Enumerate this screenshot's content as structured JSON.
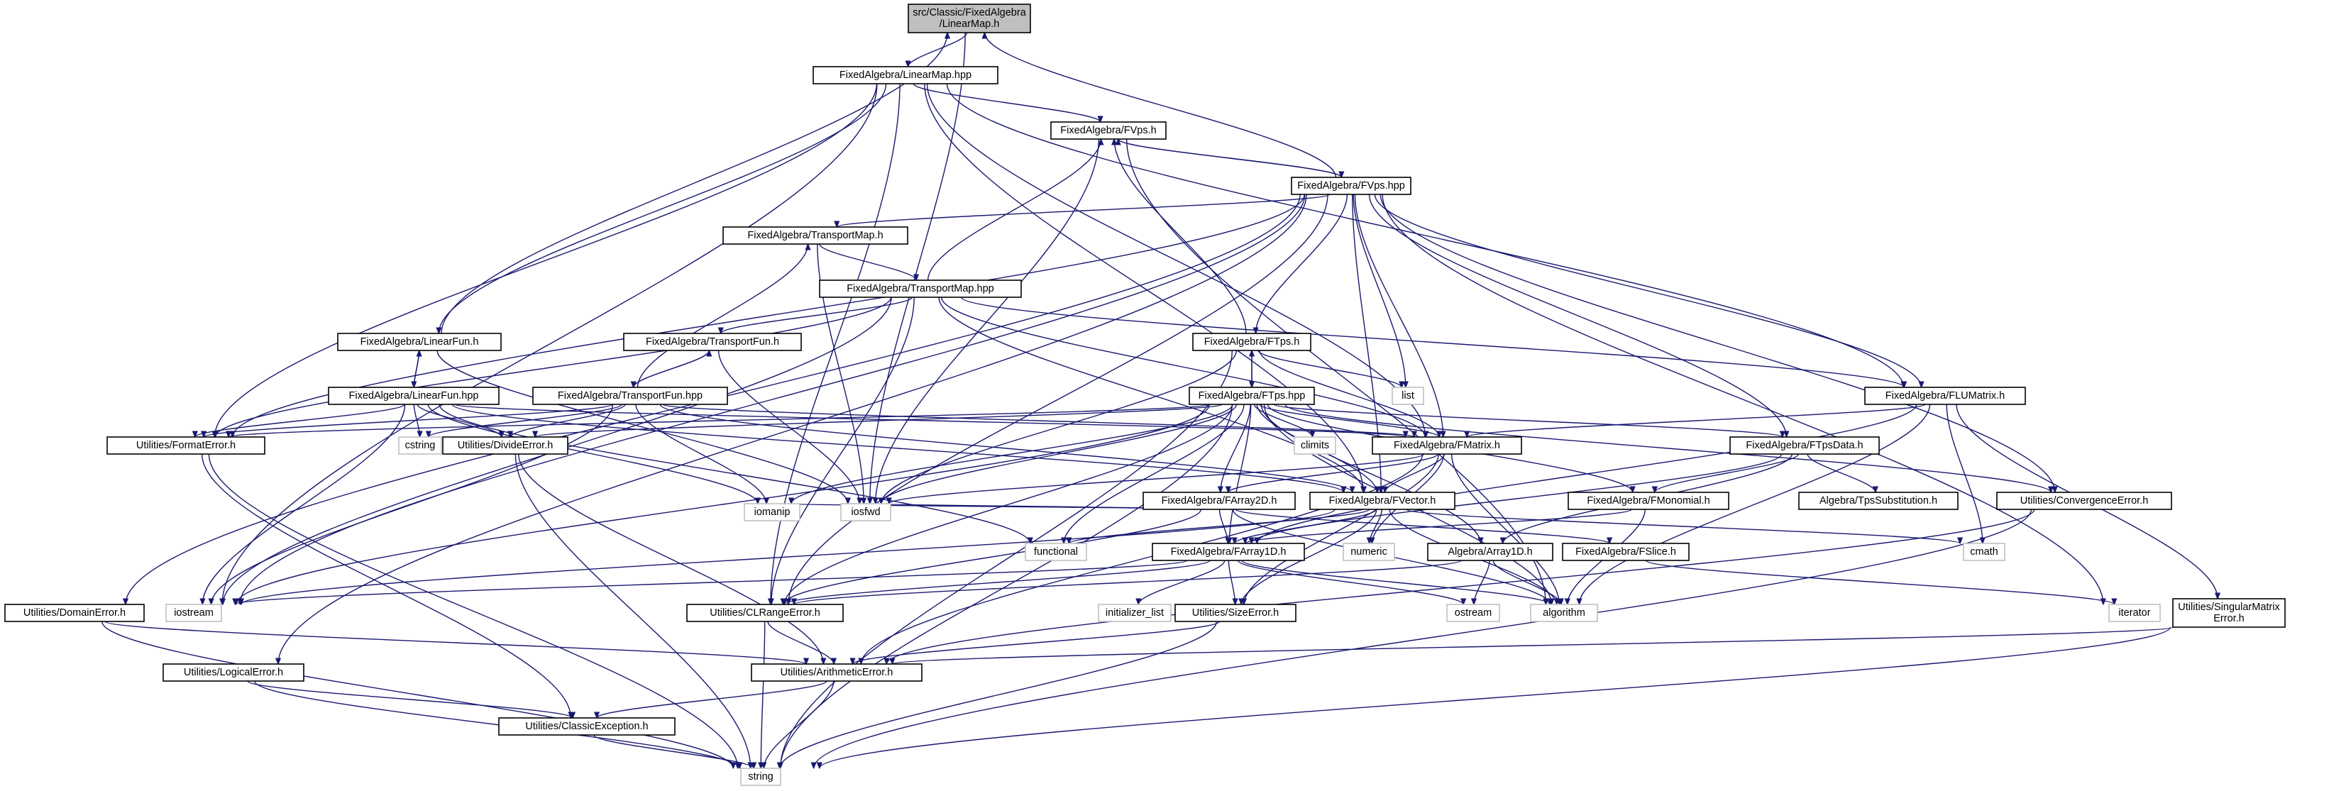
{
  "graph": {
    "nodes": [
      {
        "id": "root",
        "lines": [
          "src/Classic/FixedAlgebra",
          "/LinearMap.h"
        ]
      },
      {
        "id": "linearmap_hpp",
        "lines": [
          "FixedAlgebra/LinearMap.hpp"
        ]
      },
      {
        "id": "fvps_h",
        "lines": [
          "FixedAlgebra/FVps.h"
        ]
      },
      {
        "id": "fvps_hpp",
        "lines": [
          "FixedAlgebra/FVps.hpp"
        ]
      },
      {
        "id": "transportmap_h",
        "lines": [
          "FixedAlgebra/TransportMap.h"
        ]
      },
      {
        "id": "transportmap_hpp",
        "lines": [
          "FixedAlgebra/TransportMap.hpp"
        ]
      },
      {
        "id": "linearfun_h",
        "lines": [
          "FixedAlgebra/LinearFun.h"
        ]
      },
      {
        "id": "transportfun_h",
        "lines": [
          "FixedAlgebra/TransportFun.h"
        ]
      },
      {
        "id": "ftps_h",
        "lines": [
          "FixedAlgebra/FTps.h"
        ]
      },
      {
        "id": "linearfun_hpp",
        "lines": [
          "FixedAlgebra/LinearFun.hpp"
        ]
      },
      {
        "id": "transportfun_hpp",
        "lines": [
          "FixedAlgebra/TransportFun.hpp"
        ]
      },
      {
        "id": "ftps_hpp",
        "lines": [
          "FixedAlgebra/FTps.hpp"
        ]
      },
      {
        "id": "flumatrix_h",
        "lines": [
          "FixedAlgebra/FLUMatrix.h"
        ]
      },
      {
        "id": "list",
        "lines": [
          "list"
        ],
        "ext": true
      },
      {
        "id": "formaterror_h",
        "lines": [
          "Utilities/FormatError.h"
        ]
      },
      {
        "id": "cstring",
        "lines": [
          "cstring"
        ],
        "ext": true
      },
      {
        "id": "divideerror_h",
        "lines": [
          "Utilities/DivideError.h"
        ]
      },
      {
        "id": "climits",
        "lines": [
          "climits"
        ],
        "ext": true
      },
      {
        "id": "fmatrix_h",
        "lines": [
          "FixedAlgebra/FMatrix.h"
        ]
      },
      {
        "id": "ftpsdata_h",
        "lines": [
          "FixedAlgebra/FTpsData.h"
        ]
      },
      {
        "id": "farray2d_h",
        "lines": [
          "FixedAlgebra/FArray2D.h"
        ]
      },
      {
        "id": "fvector_h",
        "lines": [
          "FixedAlgebra/FVector.h"
        ]
      },
      {
        "id": "fmonomial_h",
        "lines": [
          "FixedAlgebra/FMonomial.h"
        ]
      },
      {
        "id": "tpssubstitution_h",
        "lines": [
          "Algebra/TpsSubstitution.h"
        ]
      },
      {
        "id": "convergenceerror_h",
        "lines": [
          "Utilities/ConvergenceError.h"
        ]
      },
      {
        "id": "iomanip",
        "lines": [
          "iomanip"
        ],
        "ext": true
      },
      {
        "id": "iosfwd",
        "lines": [
          "iosfwd"
        ],
        "ext": true
      },
      {
        "id": "functional",
        "lines": [
          "functional"
        ],
        "ext": true
      },
      {
        "id": "numeric",
        "lines": [
          "numeric"
        ],
        "ext": true
      },
      {
        "id": "cmath",
        "lines": [
          "cmath"
        ],
        "ext": true
      },
      {
        "id": "farray1d_h",
        "lines": [
          "FixedAlgebra/FArray1D.h"
        ]
      },
      {
        "id": "array1d_h",
        "lines": [
          "Algebra/Array1D.h"
        ]
      },
      {
        "id": "fslice_h",
        "lines": [
          "FixedAlgebra/FSlice.h"
        ]
      },
      {
        "id": "utilities_domainerror_h",
        "lines": [
          "Utilities/DomainError.h"
        ]
      },
      {
        "id": "iostream",
        "lines": [
          "iostream"
        ],
        "ext": true
      },
      {
        "id": "clrangeerror_h",
        "lines": [
          "Utilities/CLRangeError.h"
        ]
      },
      {
        "id": "initializer_list",
        "lines": [
          "initializer_list"
        ],
        "ext": true
      },
      {
        "id": "sizeerror_h",
        "lines": [
          "Utilities/SizeError.h"
        ]
      },
      {
        "id": "ostream",
        "lines": [
          "ostream"
        ],
        "ext": true
      },
      {
        "id": "algorithm",
        "lines": [
          "algorithm"
        ],
        "ext": true
      },
      {
        "id": "iterator",
        "lines": [
          "iterator"
        ],
        "ext": true
      },
      {
        "id": "singularmatrixerror_h",
        "lines": [
          "Utilities/SingularMatrix",
          "Error.h"
        ]
      },
      {
        "id": "logicalerror_h",
        "lines": [
          "Utilities/LogicalError.h"
        ]
      },
      {
        "id": "arithmeticerror_h",
        "lines": [
          "Utilities/ArithmeticError.h"
        ]
      },
      {
        "id": "classicexception_h",
        "lines": [
          "Utilities/ClassicException.h"
        ]
      },
      {
        "id": "string",
        "lines": [
          "string"
        ],
        "ext": true
      }
    ],
    "edges": [
      [
        "root",
        "linearmap_hpp"
      ],
      [
        "root",
        "iosfwd"
      ],
      [
        "linearmap_hpp",
        "fvps_h"
      ],
      [
        "linearmap_hpp",
        "linearfun_h"
      ],
      [
        "linearmap_hpp",
        "flumatrix_h"
      ],
      [
        "linearmap_hpp",
        "fmatrix_h"
      ],
      [
        "linearmap_hpp",
        "fvector_h"
      ],
      [
        "linearmap_hpp",
        "formaterror_h"
      ],
      [
        "linearmap_hpp",
        "iostream"
      ],
      [
        "linearmap_hpp",
        "clrangeerror_h"
      ],
      [
        "fvps_h",
        "fvps_hpp"
      ],
      [
        "fvps_h",
        "iosfwd"
      ],
      [
        "fvps_h",
        "algorithm"
      ],
      [
        "fvps_hpp",
        "root"
      ],
      [
        "fvps_hpp",
        "fvps_h"
      ],
      [
        "fvps_hpp",
        "transportmap_h"
      ],
      [
        "fvps_hpp",
        "ftps_h"
      ],
      [
        "fvps_hpp",
        "fmatrix_h"
      ],
      [
        "fvps_hpp",
        "fvector_h"
      ],
      [
        "fvps_hpp",
        "flumatrix_h"
      ],
      [
        "fvps_hpp",
        "ftpsdata_h"
      ],
      [
        "fvps_hpp",
        "list"
      ],
      [
        "fvps_hpp",
        "formaterror_h"
      ],
      [
        "fvps_hpp",
        "utilities_domainerror_h"
      ],
      [
        "fvps_hpp",
        "logicalerror_h"
      ],
      [
        "fvps_hpp",
        "convergenceerror_h"
      ],
      [
        "fvps_hpp",
        "clrangeerror_h"
      ],
      [
        "fvps_hpp",
        "iterator"
      ],
      [
        "fvps_hpp",
        "iostream"
      ],
      [
        "transportmap_h",
        "transportmap_hpp"
      ],
      [
        "transportmap_h",
        "iosfwd"
      ],
      [
        "transportmap_hpp",
        "transportfun_h"
      ],
      [
        "transportmap_hpp",
        "fvps_h"
      ],
      [
        "transportmap_hpp",
        "fmatrix_h"
      ],
      [
        "transportmap_hpp",
        "fvector_h"
      ],
      [
        "transportmap_hpp",
        "formaterror_h"
      ],
      [
        "transportmap_hpp",
        "clrangeerror_h"
      ],
      [
        "transportmap_hpp",
        "iostream"
      ],
      [
        "transportmap_hpp",
        "flumatrix_h"
      ],
      [
        "linearfun_h",
        "linearfun_hpp"
      ],
      [
        "linearfun_h",
        "root"
      ],
      [
        "linearfun_h",
        "iosfwd"
      ],
      [
        "linearfun_hpp",
        "linearfun_h"
      ],
      [
        "linearfun_hpp",
        "fvector_h"
      ],
      [
        "linearfun_hpp",
        "fmatrix_h"
      ],
      [
        "linearfun_hpp",
        "formaterror_h"
      ],
      [
        "linearfun_hpp",
        "divideerror_h"
      ],
      [
        "linearfun_hpp",
        "cstring"
      ],
      [
        "linearfun_hpp",
        "iomanip"
      ],
      [
        "linearfun_hpp",
        "iostream"
      ],
      [
        "linearfun_hpp",
        "functional"
      ],
      [
        "transportfun_h",
        "transportfun_hpp"
      ],
      [
        "transportfun_h",
        "iosfwd"
      ],
      [
        "transportfun_hpp",
        "transportfun_h"
      ],
      [
        "transportfun_hpp",
        "transportmap_h"
      ],
      [
        "transportfun_hpp",
        "fvector_h"
      ],
      [
        "transportfun_hpp",
        "fmatrix_h"
      ],
      [
        "transportfun_hpp",
        "formaterror_h"
      ],
      [
        "transportfun_hpp",
        "divideerror_h"
      ],
      [
        "transportfun_hpp",
        "cstring"
      ],
      [
        "transportfun_hpp",
        "iomanip"
      ],
      [
        "transportfun_hpp",
        "iostream"
      ],
      [
        "ftps_h",
        "ftps_hpp"
      ],
      [
        "ftps_h",
        "list"
      ],
      [
        "ftps_h",
        "iosfwd"
      ],
      [
        "ftps_h",
        "fvps_h"
      ],
      [
        "ftps_h",
        "string"
      ],
      [
        "ftps_h",
        "fmatrix_h"
      ],
      [
        "ftps_hpp",
        "ftps_h"
      ],
      [
        "ftps_hpp",
        "ftpsdata_h"
      ],
      [
        "ftps_hpp",
        "fmatrix_h"
      ],
      [
        "ftps_hpp",
        "fmonomial_h"
      ],
      [
        "ftps_hpp",
        "array1d_h"
      ],
      [
        "ftps_hpp",
        "fvector_h"
      ],
      [
        "ftps_hpp",
        "farray1d_h"
      ],
      [
        "ftps_hpp",
        "farray2d_h"
      ],
      [
        "ftps_hpp",
        "formaterror_h"
      ],
      [
        "ftps_hpp",
        "divideerror_h"
      ],
      [
        "ftps_hpp",
        "convergenceerror_h"
      ],
      [
        "ftps_hpp",
        "climits"
      ],
      [
        "ftps_hpp",
        "iostream"
      ],
      [
        "ftps_hpp",
        "iomanip"
      ],
      [
        "ftps_hpp",
        "functional"
      ],
      [
        "ftps_hpp",
        "algorithm"
      ],
      [
        "ftps_hpp",
        "string"
      ],
      [
        "ftps_hpp",
        "clrangeerror_h"
      ],
      [
        "ftps_hpp",
        "iosfwd"
      ],
      [
        "flumatrix_h",
        "fmatrix_h"
      ],
      [
        "flumatrix_h",
        "farray1d_h"
      ],
      [
        "flumatrix_h",
        "singularmatrixerror_h"
      ],
      [
        "flumatrix_h",
        "cmath"
      ],
      [
        "flumatrix_h",
        "algorithm"
      ],
      [
        "formaterror_h",
        "classicexception_h"
      ],
      [
        "formaterror_h",
        "string"
      ],
      [
        "divideerror_h",
        "arithmeticerror_h"
      ],
      [
        "divideerror_h",
        "string"
      ],
      [
        "fmatrix_h",
        "farray2d_h"
      ],
      [
        "fmatrix_h",
        "fvector_h"
      ],
      [
        "fmatrix_h",
        "numeric"
      ],
      [
        "fmatrix_h",
        "algorithm"
      ],
      [
        "fmatrix_h",
        "sizeerror_h"
      ],
      [
        "fmatrix_h",
        "iosfwd"
      ],
      [
        "fmatrix_h",
        "arithmeticerror_h"
      ],
      [
        "ftpsdata_h",
        "farray1d_h"
      ],
      [
        "ftpsdata_h",
        "fmonomial_h"
      ],
      [
        "ftpsdata_h",
        "tpssubstitution_h"
      ],
      [
        "ftpsdata_h",
        "array1d_h"
      ],
      [
        "farray2d_h",
        "farray1d_h"
      ],
      [
        "farray2d_h",
        "fslice_h"
      ],
      [
        "farray2d_h",
        "clrangeerror_h"
      ],
      [
        "farray2d_h",
        "iosfwd"
      ],
      [
        "farray2d_h",
        "algorithm"
      ],
      [
        "farray2d_h",
        "iomanip"
      ],
      [
        "fvector_h",
        "farray1d_h"
      ],
      [
        "fvector_h",
        "numeric"
      ],
      [
        "fvector_h",
        "cmath"
      ],
      [
        "fvector_h",
        "algorithm"
      ],
      [
        "fvector_h",
        "sizeerror_h"
      ],
      [
        "fvector_h",
        "functional"
      ],
      [
        "fvector_h",
        "iostream"
      ],
      [
        "fmonomial_h",
        "farray1d_h"
      ],
      [
        "fmonomial_h",
        "algorithm"
      ],
      [
        "convergenceerror_h",
        "arithmeticerror_h"
      ],
      [
        "convergenceerror_h",
        "string"
      ],
      [
        "farray1d_h",
        "clrangeerror_h"
      ],
      [
        "farray1d_h",
        "algorithm"
      ],
      [
        "farray1d_h",
        "initializer_list"
      ],
      [
        "farray1d_h",
        "iostream"
      ],
      [
        "farray1d_h",
        "ostream"
      ],
      [
        "farray1d_h",
        "sizeerror_h"
      ],
      [
        "array1d_h",
        "clrangeerror_h"
      ],
      [
        "array1d_h",
        "ostream"
      ],
      [
        "array1d_h",
        "algorithm"
      ],
      [
        "fslice_h",
        "iterator"
      ],
      [
        "utilities_domainerror_h",
        "arithmeticerror_h"
      ],
      [
        "utilities_domainerror_h",
        "string"
      ],
      [
        "clrangeerror_h",
        "arithmeticerror_h"
      ],
      [
        "clrangeerror_h",
        "string"
      ],
      [
        "sizeerror_h",
        "arithmeticerror_h"
      ],
      [
        "sizeerror_h",
        "string"
      ],
      [
        "singularmatrixerror_h",
        "arithmeticerror_h"
      ],
      [
        "singularmatrixerror_h",
        "string"
      ],
      [
        "logicalerror_h",
        "classicexception_h"
      ],
      [
        "logicalerror_h",
        "string"
      ],
      [
        "arithmeticerror_h",
        "classicexception_h"
      ],
      [
        "arithmeticerror_h",
        "string"
      ],
      [
        "classicexception_h",
        "string"
      ]
    ]
  }
}
